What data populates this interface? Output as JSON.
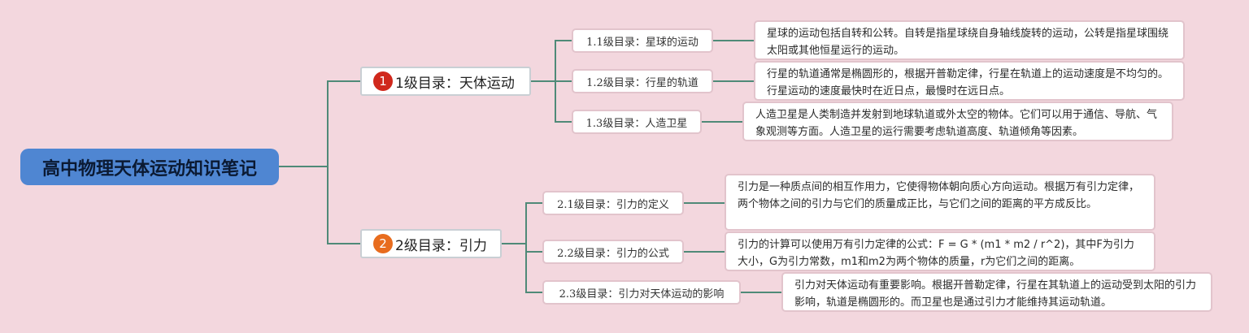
{
  "colors": {
    "background": "#f3d7de",
    "root_fill": "#4f86d2",
    "connector": "#4f8a78",
    "badge_1": "#d0281c",
    "badge_2": "#e86c1e"
  },
  "root": {
    "label": "高中物理天体运动知识笔记"
  },
  "topics": [
    {
      "badge": "1",
      "label": "1级目录：天体运动",
      "subtopics": [
        {
          "label": "1.1级目录：星球的运动",
          "note": "星球的运动包括自转和公转。自转是指星球绕自身轴线旋转的运动，公转是指星球围绕太阳或其他恒星运行的运动。"
        },
        {
          "label": "1.2级目录：行星的轨道",
          "note": "行星的轨道通常是椭圆形的，根据开普勒定律，行星在轨道上的运动速度是不均匀的。行星运动的速度最快时在近日点，最慢时在远日点。"
        },
        {
          "label": "1.3级目录：人造卫星",
          "note": "人造卫星是人类制造并发射到地球轨道或外太空的物体。它们可以用于通信、导航、气象观测等方面。人造卫星的运行需要考虑轨道高度、轨道倾角等因素。"
        }
      ]
    },
    {
      "badge": "2",
      "label": "2级目录：引力",
      "subtopics": [
        {
          "label": "2.1级目录：引力的定义",
          "note": "引力是一种质点间的相互作用力，它使得物体朝向质心方向运动。根据万有引力定律，两个物体之间的引力与它们的质量成正比，与它们之间的距离的平方成反比。"
        },
        {
          "label": "2.2级目录：引力的公式",
          "note": "引力的计算可以使用万有引力定律的公式：F = G * (m1 * m2 / r^2)，其中F为引力大小，G为引力常数，m1和m2为两个物体的质量，r为它们之间的距离。"
        },
        {
          "label": "2.3级目录：引力对天体运动的影响",
          "note": "引力对天体运动有重要影响。根据开普勒定律，行星在其轨道上的运动受到太阳的引力影响，轨道是椭圆形的。而卫星也是通过引力才能维持其运动轨道。"
        }
      ]
    }
  ]
}
